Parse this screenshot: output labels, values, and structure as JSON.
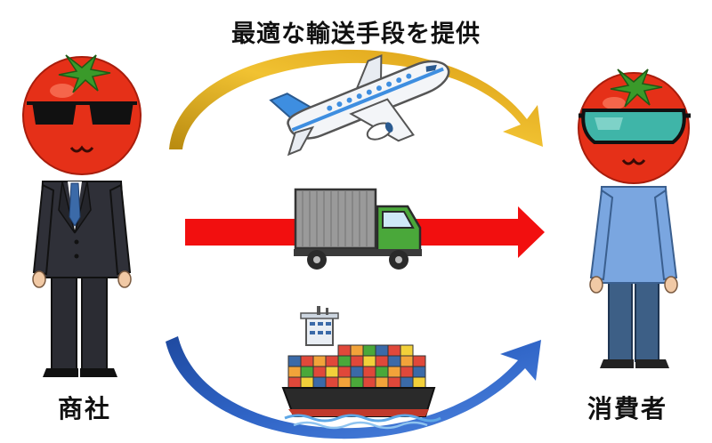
{
  "title": "最適な輸送手段を提供",
  "left_figure": {
    "label": "商社",
    "icon": "tomato-businessman-sunglasses"
  },
  "right_figure": {
    "label": "消費者",
    "icon": "tomato-consumer-goggles"
  },
  "transport": [
    {
      "mode": "air",
      "icon": "airplane-icon",
      "arrow_color": "#e6a817"
    },
    {
      "mode": "land",
      "icon": "truck-icon",
      "arrow_color": "#f20f0f"
    },
    {
      "mode": "sea",
      "icon": "container-ship-icon",
      "arrow_color": "#2f64c6"
    }
  ],
  "colors": {
    "tomato": "#e53018",
    "stem": "#3a9a2a",
    "suit": "#2b2c33",
    "tie": "#3b6aa8",
    "sweater": "#7aa6e0",
    "jeans": "#3d5f86"
  }
}
